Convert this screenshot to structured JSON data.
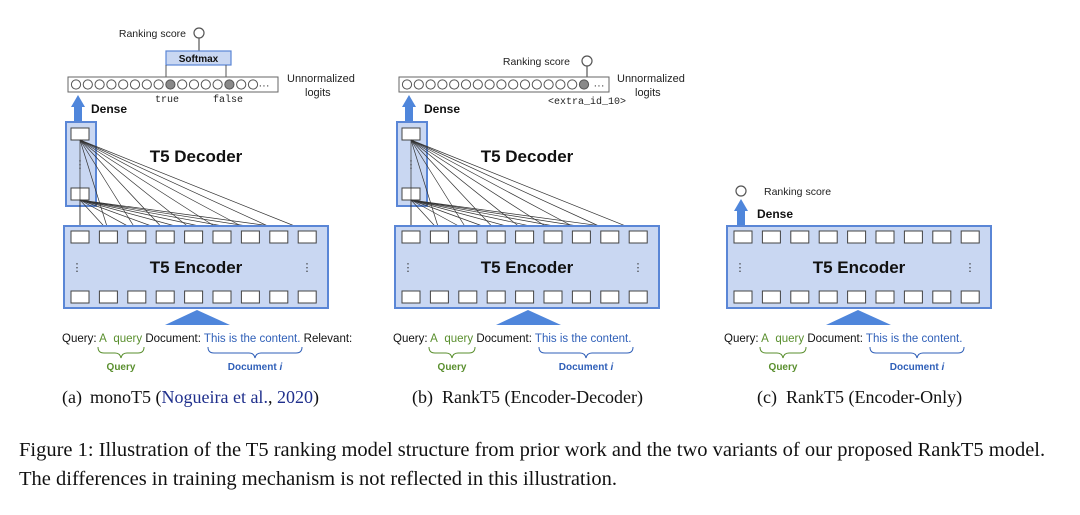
{
  "colors": {
    "box_fill": "#c9d7f2",
    "box_stroke": "#5a86d6",
    "arrow": "#4f86db",
    "query_text": "#5a8f2e",
    "document_text": "#2f5fb8",
    "citation": "#1f2f8c"
  },
  "panels": [
    {
      "subcaption_label": "(a)",
      "subcaption_name": "monoT5 (",
      "subcaption_cite": "Nogueira et al.",
      "subcaption_sep": ", ",
      "subcaption_year": "2020",
      "subcaption_close": ")",
      "encoder_title": "T5 Encoder",
      "decoder_title": "T5 Decoder",
      "dense_label": "Dense",
      "softmax_label": "Softmax",
      "ranking_score": "Ranking score",
      "logits_label_1": "Unnormalized",
      "logits_label_2": "logits",
      "token_true": "true",
      "token_false": "false",
      "input": {
        "query_prefix": "Query:",
        "query_a": "A",
        "query_word": "query",
        "doc_prefix": "Document:",
        "doc_text": "This is the content.",
        "suffix": "Relevant:"
      },
      "brace_query": "Query",
      "brace_doc": "Document",
      "brace_doc_i": "i"
    },
    {
      "subcaption": "(b)  RankT5 (Encoder-Decoder)",
      "encoder_title": "T5 Encoder",
      "decoder_title": "T5 Decoder",
      "dense_label": "Dense",
      "ranking_score": "Ranking score",
      "logits_label_1": "Unnormalized",
      "logits_label_2": "logits",
      "extra_token": "<extra_id_10>",
      "input": {
        "query_prefix": "Query:",
        "query_a": "A",
        "query_word": "query",
        "doc_prefix": "Document:",
        "doc_text": "This is the content."
      },
      "brace_query": "Query",
      "brace_doc": "Document",
      "brace_doc_i": "i"
    },
    {
      "subcaption": "(c)  RankT5 (Encoder-Only)",
      "encoder_title": "T5 Encoder",
      "dense_label": "Dense",
      "ranking_score": "Ranking score",
      "input": {
        "query_prefix": "Query:",
        "query_a": "A",
        "query_word": "query",
        "doc_prefix": "Document:",
        "doc_text": "This is the content."
      },
      "brace_query": "Query",
      "brace_doc": "Document",
      "brace_doc_i": "i"
    }
  ],
  "ellipsis": "···",
  "vdots": "⋮",
  "figure_caption": "Figure 1: Illustration of the T5 ranking model structure from prior work and the two variants of our proposed RankT5 model. The differences in training mechanism is not reflected in this illustration."
}
